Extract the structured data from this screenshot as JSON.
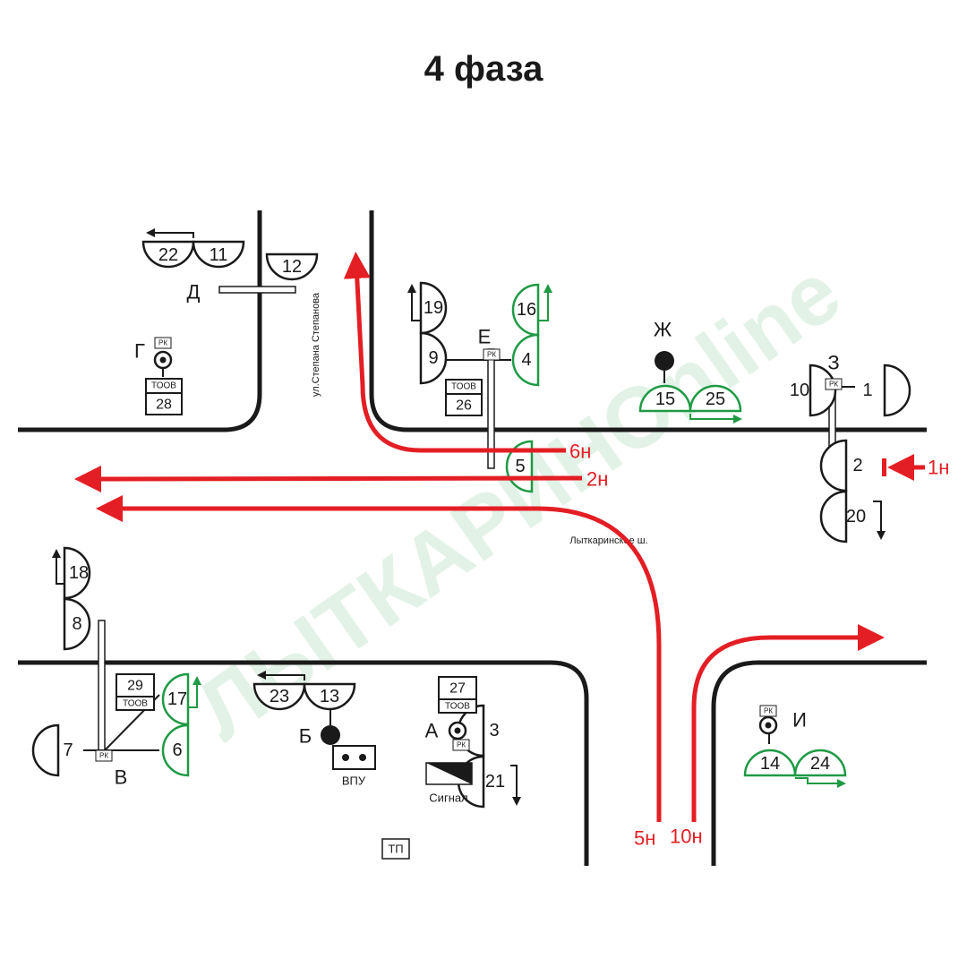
{
  "title": "4 фаза",
  "watermark": "ЛЫТКАРИНОnline",
  "streets": {
    "vertical": "ул.Степана Степанова",
    "horizontal": "Лыткаринское ш."
  },
  "posts": {
    "a": "А",
    "b": "Б",
    "v": "В",
    "g": "Г",
    "d": "Д",
    "e": "Е",
    "zh": "Ж",
    "z": "З",
    "i": "И"
  },
  "heads": {
    "h1": "1",
    "h2": "2",
    "h3": "3",
    "h4": "4",
    "h5": "5",
    "h6": "6",
    "h7": "7",
    "h8": "8",
    "h9": "9",
    "h10": "10",
    "h11": "11",
    "h12": "12",
    "h13": "13",
    "h14": "14",
    "h15": "15",
    "h16": "16",
    "h17": "17",
    "h18": "18",
    "h19": "19",
    "h20": "20",
    "h21": "21",
    "h22": "22",
    "h23": "23",
    "h24": "24",
    "h25": "25"
  },
  "boxes": {
    "toov": "ТООВ",
    "n26": "26",
    "n27": "27",
    "n28": "28",
    "n29": "29",
    "rk": "РК",
    "tp": "ТП",
    "vpu": "ВПУ",
    "signal": "Сигнал"
  },
  "flows": {
    "f1": "1н",
    "f2": "2н",
    "f5": "5н",
    "f6": "6н",
    "f10": "10н"
  },
  "colors": {
    "active": "#1f9a45",
    "inactive": "#1a1a1a",
    "flow": "#e31e24"
  }
}
